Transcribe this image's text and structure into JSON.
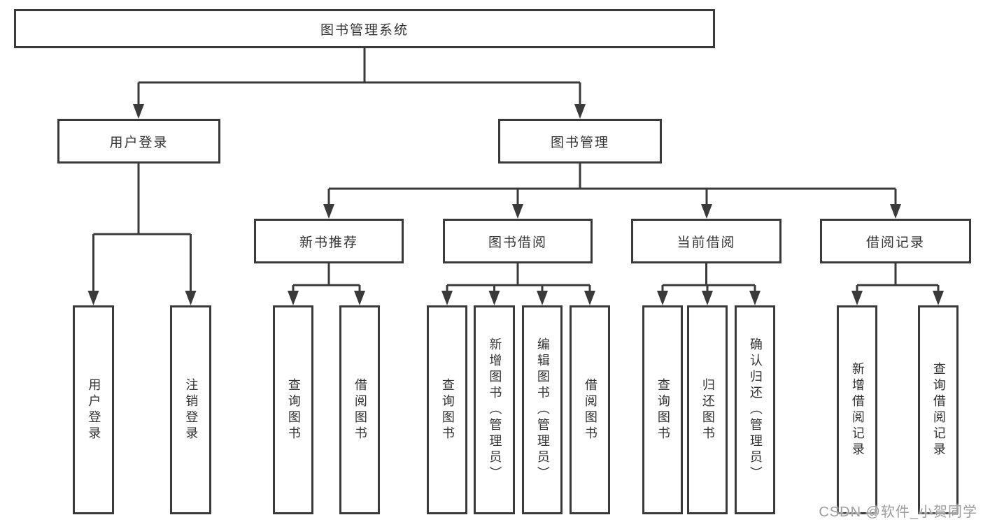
{
  "style": {
    "line_color": "#3a3a3a",
    "text_color": "#333333",
    "watermark_color": "#9d9d9d",
    "box_background": "#ffffff"
  },
  "watermark": "CSDN @软件_小贺同学",
  "tree": {
    "label": "图书管理系统",
    "children": [
      {
        "label": "用户登录",
        "children": [
          {
            "label": "用户登录"
          },
          {
            "label": "注销登录"
          }
        ]
      },
      {
        "label": "图书管理",
        "children": [
          {
            "label": "新书推荐",
            "children": [
              {
                "label": "查询图书"
              },
              {
                "label": "借阅图书"
              }
            ]
          },
          {
            "label": "图书借阅",
            "children": [
              {
                "label": "查询图书"
              },
              {
                "label": "新增图书（管理员）"
              },
              {
                "label": "编辑图书（管理员）"
              },
              {
                "label": "借阅图书"
              }
            ]
          },
          {
            "label": "当前借阅",
            "children": [
              {
                "label": "查询图书"
              },
              {
                "label": "归还图书"
              },
              {
                "label": "确认归还（管理员）"
              }
            ]
          },
          {
            "label": "借阅记录",
            "children": [
              {
                "label": "新增借阅记录"
              },
              {
                "label": "查询借阅记录"
              }
            ]
          }
        ]
      }
    ]
  }
}
